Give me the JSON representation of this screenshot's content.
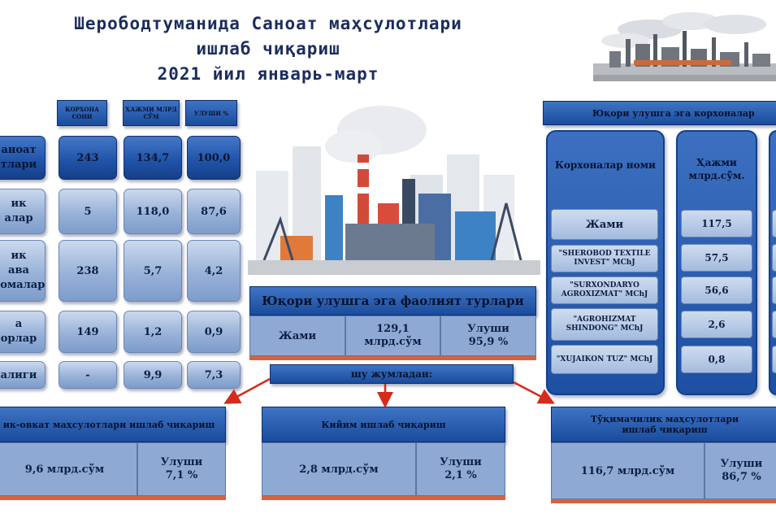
{
  "title": {
    "line1": "Шерободтуманида Саноат маҳсулотлари",
    "line2": "ишлаб чиқариш",
    "line3": "2021 йил январь-март"
  },
  "left_table": {
    "headers": [
      "КОРХОНА СОНИ",
      "ҲАЖМИ МЛРД СЎМ",
      "УЛУШИ %"
    ],
    "rows": [
      {
        "label": "аноат\nтлари",
        "values": [
          "243",
          "134,7",
          "100,0"
        ]
      },
      {
        "label": "ик\nалар",
        "values": [
          "5",
          "118,0",
          "87,6"
        ]
      },
      {
        "label": "ик\nава\nномалар",
        "values": [
          "238",
          "5,7",
          "4,2"
        ]
      },
      {
        "label": "а\nорлар",
        "values": [
          "149",
          "1,2",
          "0,9"
        ]
      },
      {
        "label": "алиги",
        "values": [
          "-",
          "9,9",
          "7,3"
        ]
      }
    ]
  },
  "activities": {
    "title": "Юқори улушга эга фаолият турлари",
    "total_label": "Жами",
    "total_volume": "129,1\nмлрд.сўм",
    "total_share": "Улуши\n95,9 %",
    "including": "шу жумладан:",
    "items": [
      {
        "name": "ик-овкат маҳсулотлари ишлаб чиқариш",
        "volume": "9,6 млрд.сўм",
        "share": "Улуши\n7,1 %"
      },
      {
        "name": "Кийим ишлаб чиқариш",
        "volume": "2,8 млрд.сўм",
        "share": "Улуши\n2,1 %"
      },
      {
        "name": "Тўқимачилик маҳсулотлари\nишлаб чиқариш",
        "volume": "116,7 млрд.сўм",
        "share": "Улуши\n86,7 %"
      }
    ]
  },
  "enterprises": {
    "title": "Юқори улушга эга корхоналар",
    "col_name": "Корхоналар номи",
    "col_volume": "Ҳажми\nмлрд.сўм.",
    "rows": [
      {
        "name": "Жами",
        "volume": "117,5"
      },
      {
        "name": "\"SHEROBOD TEXTILE INVEST\" MChJ",
        "volume": "57,5"
      },
      {
        "name": "\"SURXONDARYO AGROXIZMAT\" MChJ",
        "volume": "56,6"
      },
      {
        "name": "\"AGROHIZMAT SHINDONG\" MChJ",
        "volume": "2,6"
      },
      {
        "name": "\"XUJAIKON TUZ\" MChJ",
        "volume": "0,8"
      }
    ]
  },
  "colors": {
    "dark_blue": "#1e52a8",
    "light_blue": "#98b2d8",
    "orange": "#d8623a",
    "arrow_red": "#d62a1e"
  },
  "icons": [
    "factory-skyline-illustration",
    "refinery-illustration"
  ]
}
